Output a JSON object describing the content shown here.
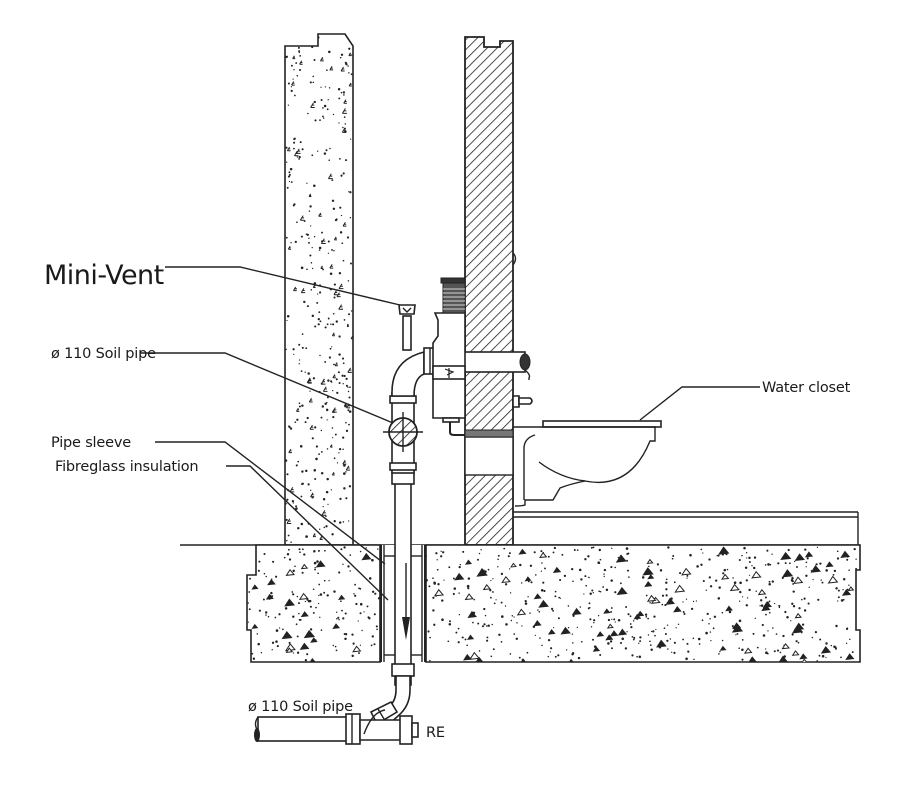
{
  "diagram": {
    "title": "Mini-Vent installation section",
    "labels": {
      "mini_vent": "Mini-Vent",
      "soil_pipe_upper": "ø 110 Soil pipe",
      "pipe_sleeve": "Pipe sleeve",
      "fibreglass_insulation": "Fibreglass insulation",
      "water_closet": "Water closet",
      "soil_pipe_lower": "ø 110 Soil pipe",
      "re": "RE"
    },
    "components": [
      {
        "name": "concrete-wall",
        "hatch": "speckled concrete"
      },
      {
        "name": "masonry-wall",
        "hatch": "diagonal brick"
      },
      {
        "name": "concrete-floor-slab",
        "hatch": "aggregate concrete"
      },
      {
        "name": "concealed-cistern"
      },
      {
        "name": "wall-hung-water-closet"
      },
      {
        "name": "mini-vent-valve"
      },
      {
        "name": "vertical-soil-stack"
      },
      {
        "name": "branch-bend"
      },
      {
        "name": "junction-to-horizontal-drain"
      }
    ],
    "flow_direction": "down",
    "colors": {
      "ink": "#222222",
      "paper": "#ffffff"
    }
  }
}
